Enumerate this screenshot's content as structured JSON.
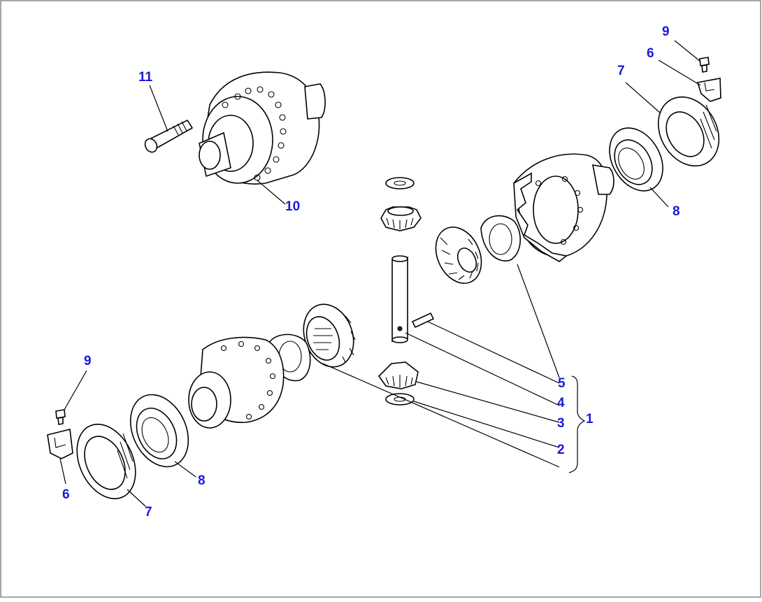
{
  "labels": {
    "p1": "1",
    "p2": "2",
    "p3": "3",
    "p4": "4",
    "p5": "5",
    "p6_top": "6",
    "p6_bottom": "6",
    "p7_top": "7",
    "p7_bottom": "7",
    "p8_top": "8",
    "p8_bottom": "8",
    "p9_top": "9",
    "p9_bottom": "9",
    "p10": "10",
    "p11": "11"
  },
  "colors": {
    "label": "#1a1ad6",
    "line": "#000000",
    "background": "#ffffff"
  }
}
